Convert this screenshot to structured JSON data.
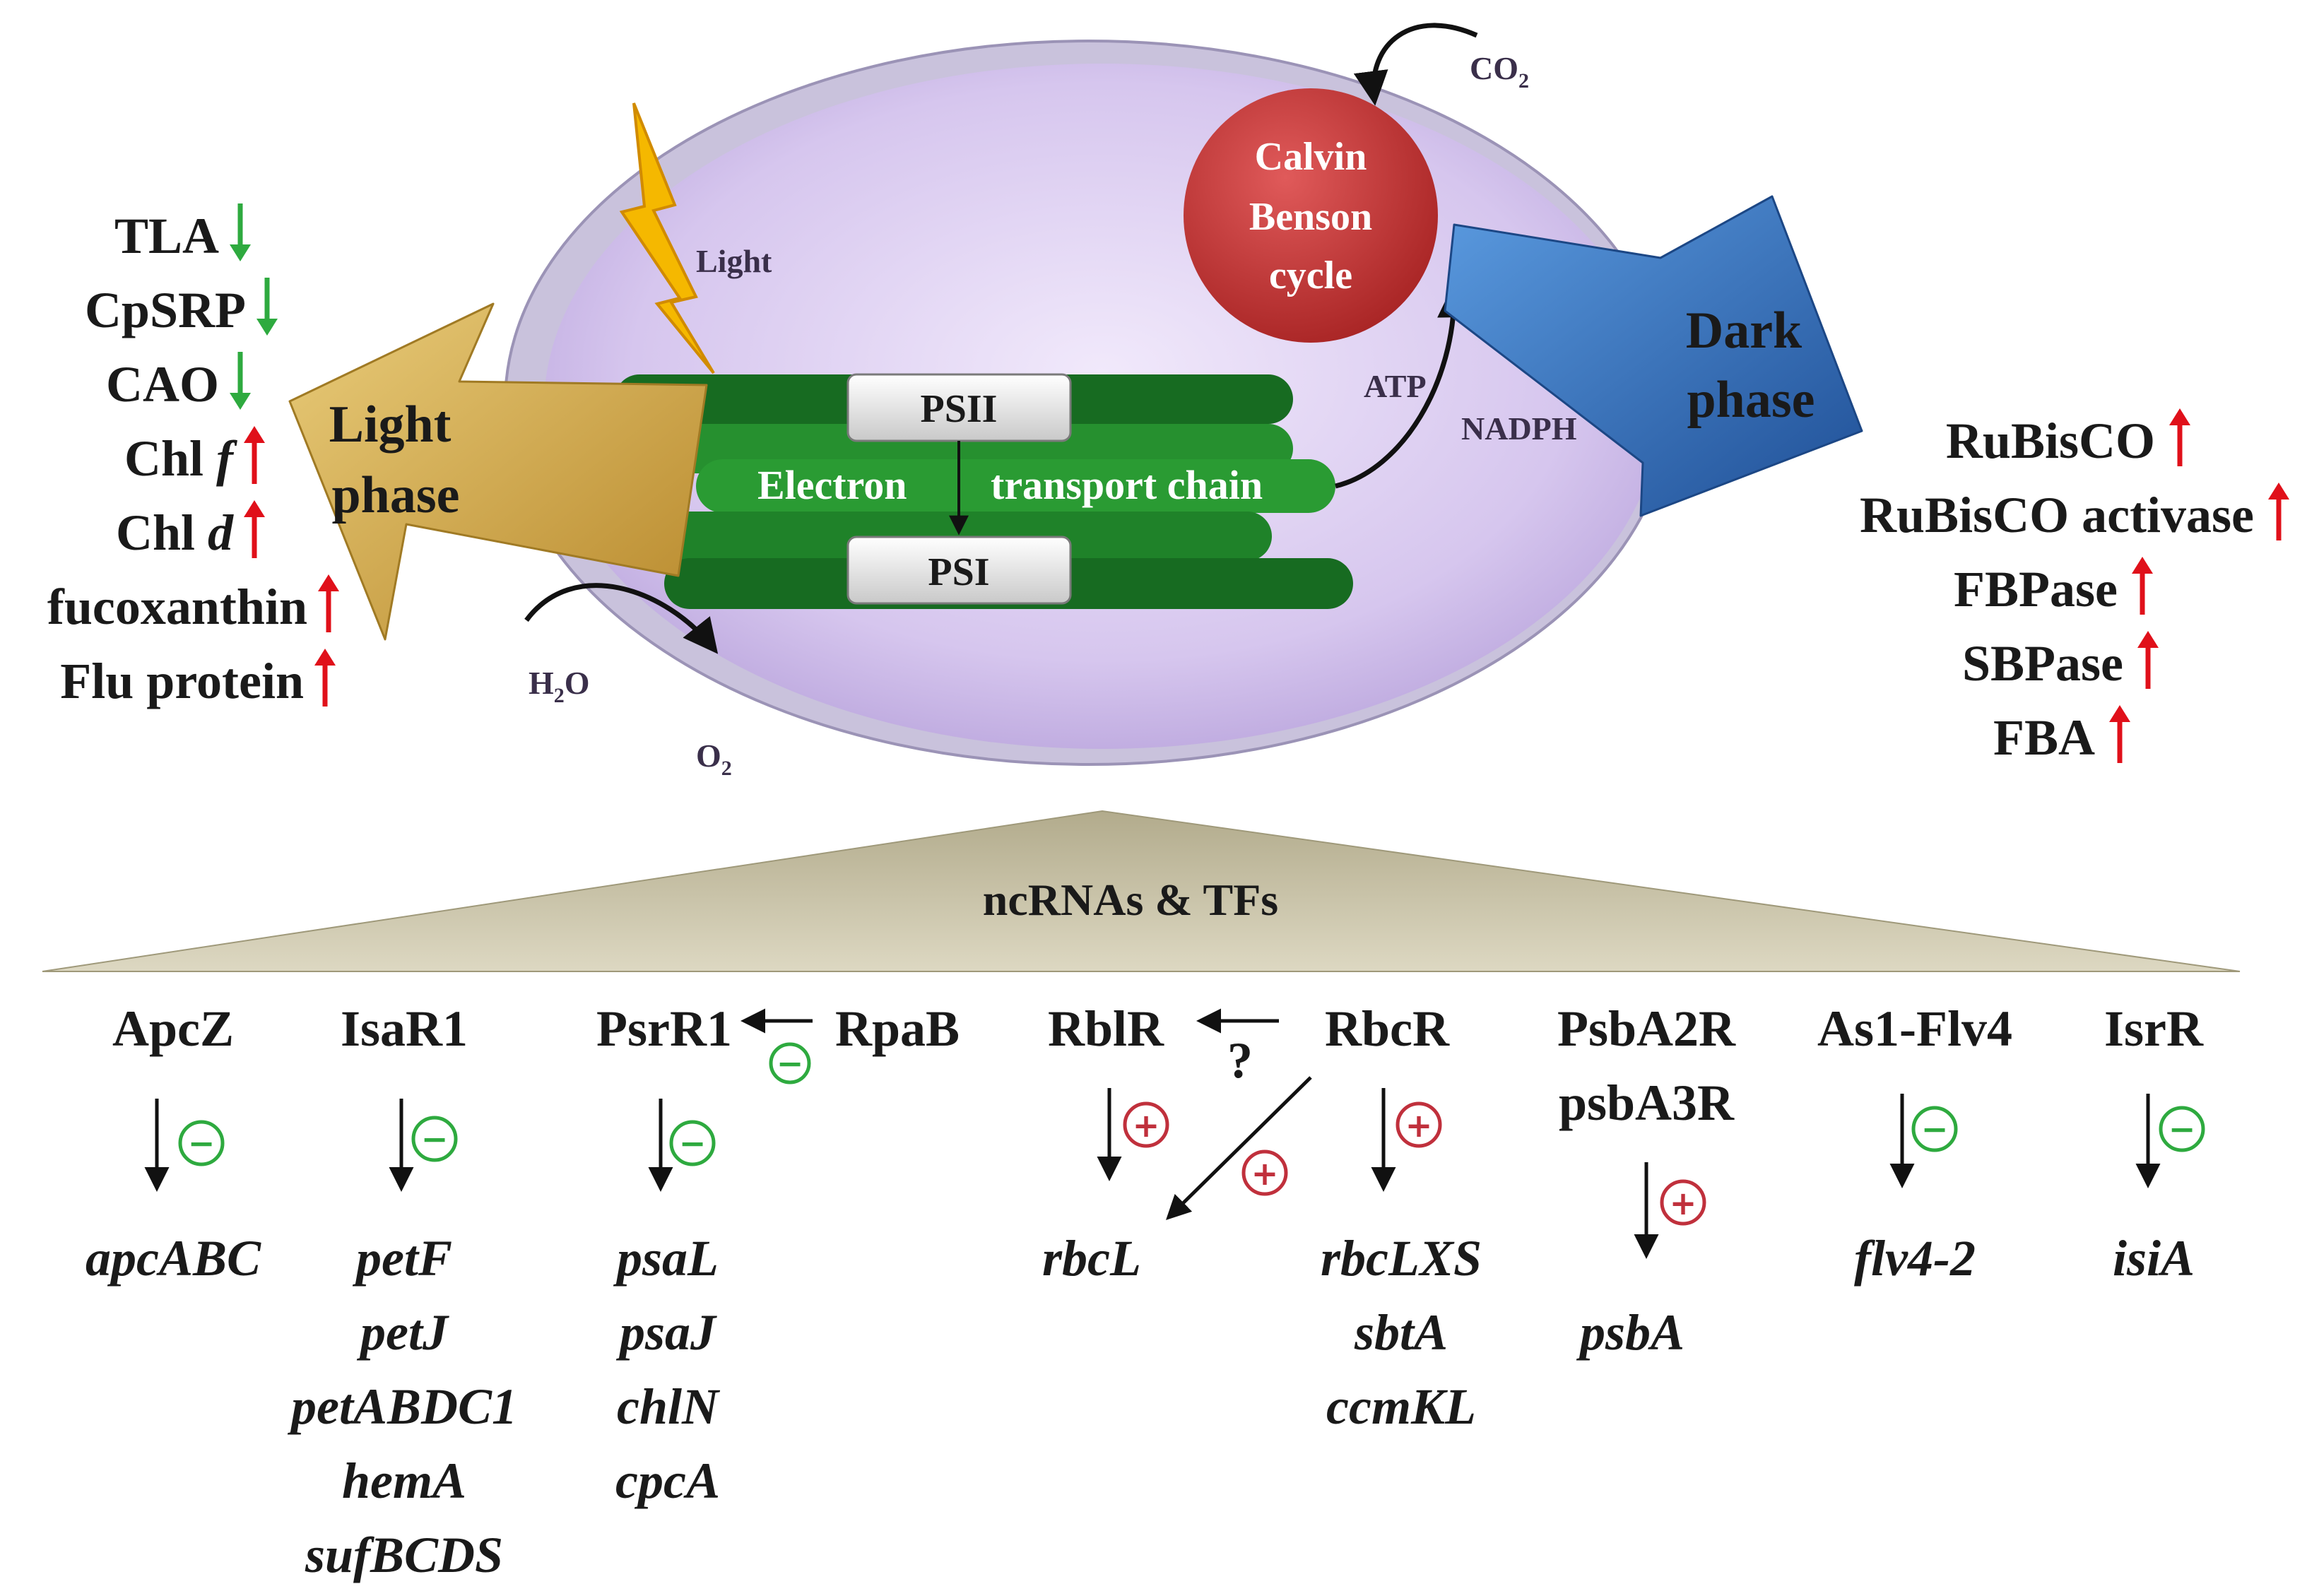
{
  "colors": {
    "up_arrow": "#e0101a",
    "down_arrow": "#2eaa3f",
    "activation": "#c0303c",
    "repression": "#2eaa3f",
    "chloroplast": "#d6c6ee",
    "thylakoid": "#1f8a2a",
    "calvin_cycle": "#c43a3a",
    "light_phase": "#cfa94c",
    "dark_phase": "#2e6fb8"
  },
  "light_targets": [
    {
      "pre": "TLA",
      "it": "",
      "dir": "down"
    },
    {
      "pre": "CpSRP",
      "it": "",
      "dir": "down"
    },
    {
      "pre": "CAO",
      "it": "",
      "dir": "down"
    },
    {
      "pre": "Chl ",
      "it": "f",
      "dir": "up"
    },
    {
      "pre": "Chl ",
      "it": "d",
      "dir": "up"
    },
    {
      "pre": "fucoxanthin",
      "it": "",
      "dir": "up"
    },
    {
      "pre": "Flu protein",
      "it": "",
      "dir": "up"
    }
  ],
  "dark_targets": [
    {
      "label": "RuBisCO",
      "dir": "up"
    },
    {
      "label": "RuBisCO activase",
      "dir": "up"
    },
    {
      "label": "FBPase",
      "dir": "up"
    },
    {
      "label": "SBPase",
      "dir": "up"
    },
    {
      "label": "FBA",
      "dir": "up"
    }
  ],
  "chloroplast": {
    "light": "Light",
    "psii": "PSII",
    "psi": "PSI",
    "etc_left": "Electron",
    "etc_right": "transport chain",
    "atp": "ATP",
    "nadph": "NADPH",
    "h2o_main": "H",
    "h2o_sub": "2",
    "h2o_tail": "O",
    "o2_main": "O",
    "o2_sub": "2",
    "co2_main": "CO",
    "co2_sub": "2",
    "calvin_1": "Calvin",
    "calvin_2": "Benson",
    "calvin_3": "cycle"
  },
  "light_phase": {
    "line1": "Light",
    "line2": "phase"
  },
  "dark_phase": {
    "line1": "Dark",
    "line2": "phase"
  },
  "regulators_title": "ncRNAs & TFs",
  "regulators": {
    "apcz": "ApcZ",
    "isar1": "IsaR1",
    "psrr1": "PsrR1",
    "rpab": "RpaB",
    "rblr": "RblR",
    "rbcr": "RbcR",
    "psba2r": "PsbA2R",
    "psba3r": "psbA3R",
    "as1flv4": "As1-Flv4",
    "isrr": "IsrR",
    "unknown": "?"
  },
  "signs": {
    "minus": "−",
    "plus": "+"
  },
  "genes": {
    "apcz": [
      "apcABC"
    ],
    "isar1": [
      "petF",
      "petJ",
      "petABDC1",
      "hemA",
      "sufBCDS"
    ],
    "psrr1": [
      "psaL",
      "psaJ",
      "chlN",
      "cpcA"
    ],
    "rblr": [
      "rbcL"
    ],
    "rbcr": [
      "rbcLXS",
      "sbtA",
      "ccmKL"
    ],
    "psba": [
      "psbA"
    ],
    "as1flv4": [
      "flv4-2"
    ],
    "isrr": [
      "isiA"
    ]
  }
}
